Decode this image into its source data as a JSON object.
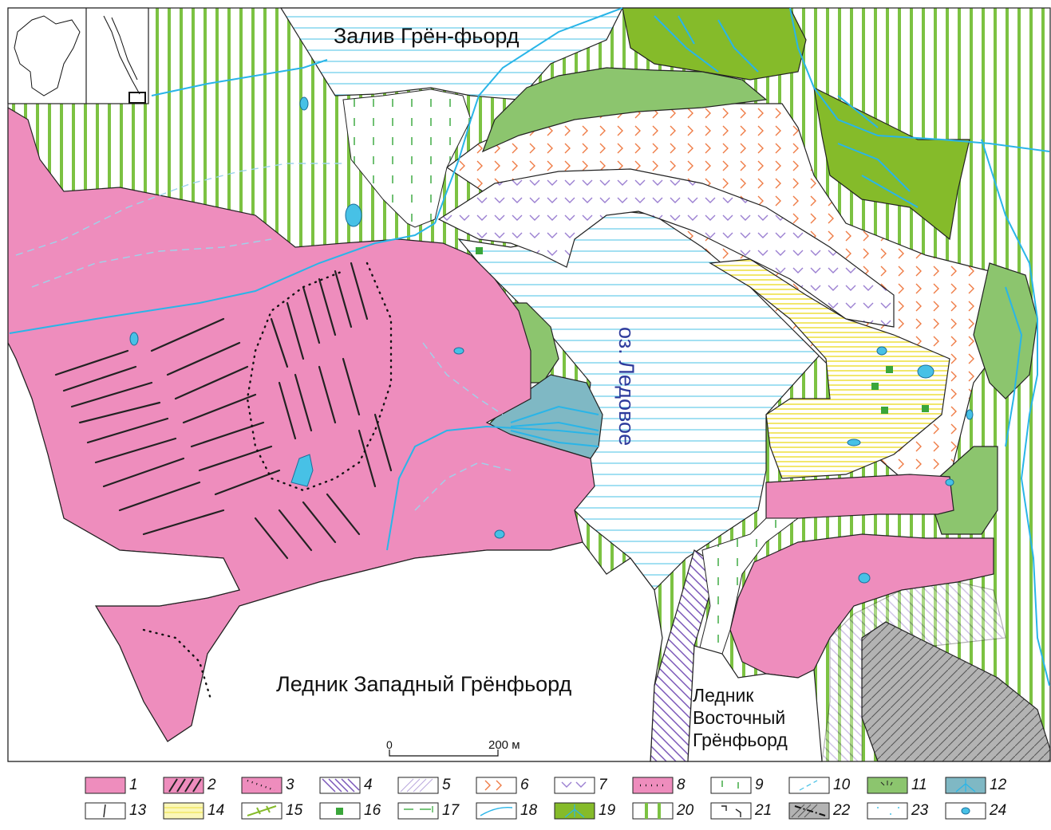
{
  "map": {
    "labels": {
      "bay": "Залив Грён-фьорд",
      "lake": "оз. Ледовое",
      "glacier_west": "Ледник Западный Грёнфьорд",
      "glacier_east": "Ледник Восточный Грёнфьорд"
    },
    "scale_bar": {
      "start": "0",
      "end": "200 м"
    },
    "colors": {
      "moraine_pink": "#ee8dbd",
      "green": "#8cc56e",
      "bright_green": "#85bb2a",
      "teal": "#7fb8c4",
      "yellow": "#fbf7b8",
      "water": "#47c1e6",
      "stripe_green": "#7cc242"
    }
  },
  "legend": {
    "items": [
      {
        "num": "1"
      },
      {
        "num": "2"
      },
      {
        "num": "3"
      },
      {
        "num": "4"
      },
      {
        "num": "5"
      },
      {
        "num": "6"
      },
      {
        "num": "7"
      },
      {
        "num": "8"
      },
      {
        "num": "9"
      },
      {
        "num": "10"
      },
      {
        "num": "11"
      },
      {
        "num": "12"
      },
      {
        "num": "13"
      },
      {
        "num": "14"
      },
      {
        "num": "15"
      },
      {
        "num": "16"
      },
      {
        "num": "17"
      },
      {
        "num": "18"
      },
      {
        "num": "19"
      },
      {
        "num": "20"
      },
      {
        "num": "21"
      },
      {
        "num": "22"
      },
      {
        "num": "23"
      },
      {
        "num": "24"
      }
    ]
  }
}
